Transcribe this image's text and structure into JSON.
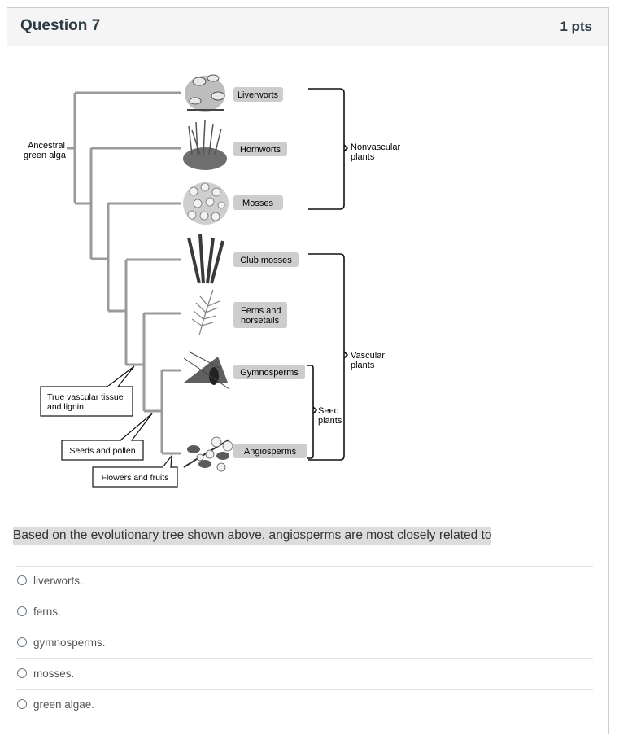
{
  "question": {
    "title": "Question 7",
    "points": "1 pts"
  },
  "diagram": {
    "taxa": [
      "Liverworts",
      "Hornworts",
      "Mosses",
      "Club mosses",
      "Ferns and",
      "horsetails",
      "Gymnosperms",
      "Angiosperms"
    ],
    "root_label": [
      "Ancestral",
      "green alga"
    ],
    "groups": {
      "nonvascular": [
        "Nonvascular",
        "plants"
      ],
      "vascular": [
        "Vascular",
        "plants"
      ],
      "seed": [
        "Seed",
        "plants"
      ]
    },
    "traits": {
      "vascular": [
        "True vascular tissue",
        "and lignin"
      ],
      "seeds": "Seeds and pollen",
      "flowers": "Flowers and fruits"
    }
  },
  "prompt": "Based on the evolutionary tree shown above, angiosperms are most closely related to",
  "answers": [
    "liverworts.",
    "ferns.",
    "gymnosperms.",
    "mosses.",
    "green algae."
  ]
}
